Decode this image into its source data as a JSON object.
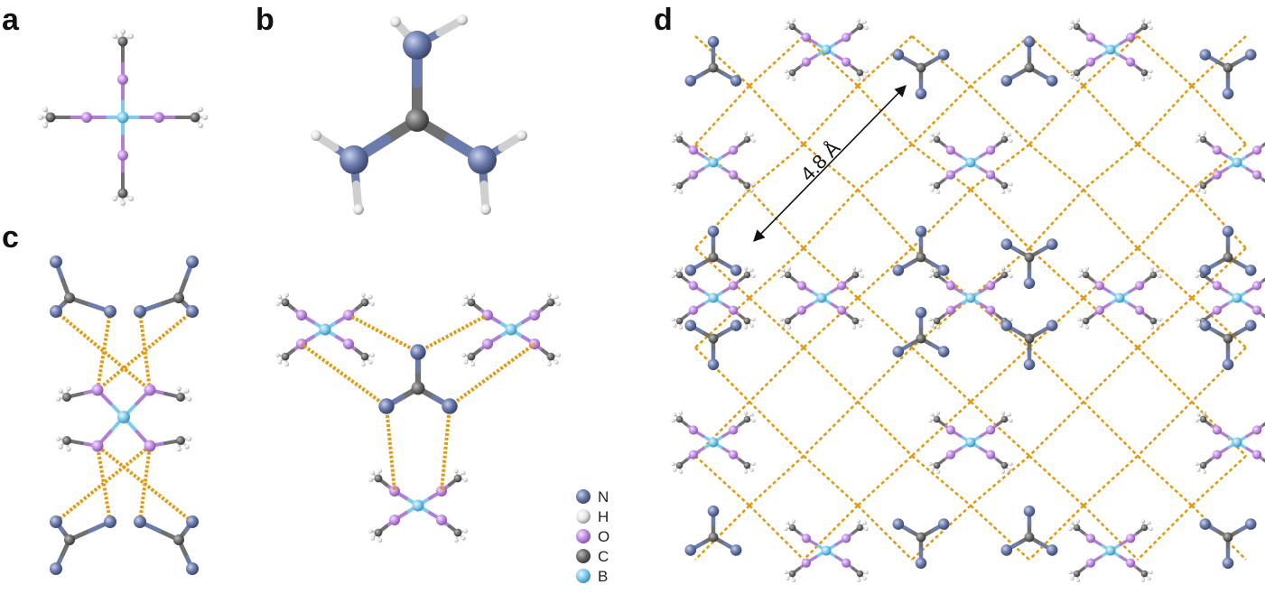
{
  "panels": {
    "a": "a",
    "b": "b",
    "c": "c",
    "d": "d"
  },
  "distance_label": "4.8 Å",
  "legend": [
    {
      "symbol": "N",
      "color": "#6b7bab"
    },
    {
      "symbol": "H",
      "color": "#e4e4e4"
    },
    {
      "symbol": "O",
      "color": "#c890e8"
    },
    {
      "symbol": "C",
      "color": "#6e6e6e"
    },
    {
      "symbol": "B",
      "color": "#7ecbee"
    }
  ],
  "colors": {
    "N": "#6b7bab",
    "H": "#e4e4e4",
    "O": "#c890e8",
    "C": "#6e6e6e",
    "B": "#7ecbee",
    "hydrogen_bond": "#e39a10"
  }
}
